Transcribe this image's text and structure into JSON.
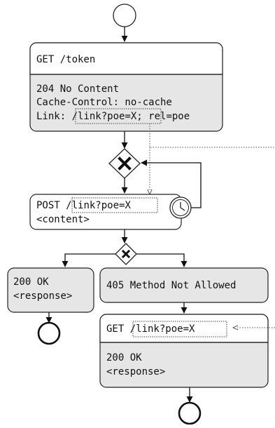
{
  "diagram": {
    "get_token": {
      "request": "GET /token",
      "response_lines": [
        "204 No Content",
        "Cache-Control: no-cache"
      ],
      "link_prefix": "Link: ",
      "link_value": "/link?poe=X",
      "link_suffix": "; rel=poe"
    },
    "post": {
      "method": "POST ",
      "target": "/link?poe=X",
      "body": "<content>"
    },
    "ok_left": {
      "status": "200 OK",
      "body": "<response>"
    },
    "not_allowed": {
      "status": "405 Method Not Allowed"
    },
    "get_link": {
      "method": "GET ",
      "target": "/link?poe=X",
      "status": "200 OK",
      "body": "<response>"
    }
  }
}
